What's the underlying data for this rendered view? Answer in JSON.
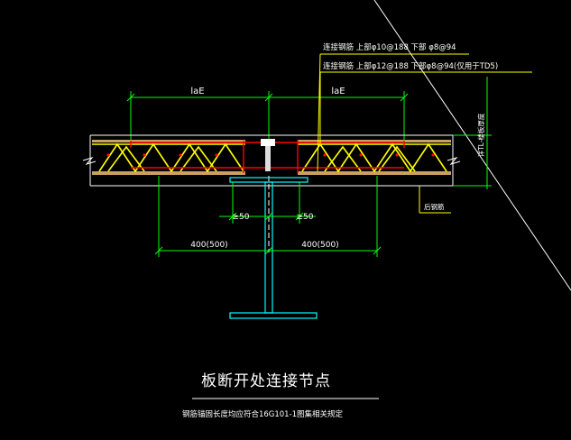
{
  "diagram": {
    "title": "板断开处连接节点",
    "subtitle": "钢筋锚固长度均应符合16G101-1图集相关规定",
    "callouts": {
      "top_note": "连接钢筋 上部φ10@188 下部 φ8@94",
      "second_note": "连接钢筋 上部φ12@188 下部φ8@94(仅用于TD5)",
      "vertical_note": "详TL-楼板厚度",
      "side_note": "后钢筋"
    },
    "dimensions": {
      "left_lae": "laE",
      "right_lae": "laE",
      "left_gap": "≥50",
      "right_gap": "≥50",
      "left_span": "400(500)",
      "right_span": "400(500)"
    },
    "colors": {
      "background": "#000000",
      "dimension": "#00ff00",
      "outline": "#ffffff",
      "rebar": "#ff0000",
      "truss": "#ffff00",
      "steel": "#00ffff",
      "slab_fill": "#c8a060"
    }
  }
}
